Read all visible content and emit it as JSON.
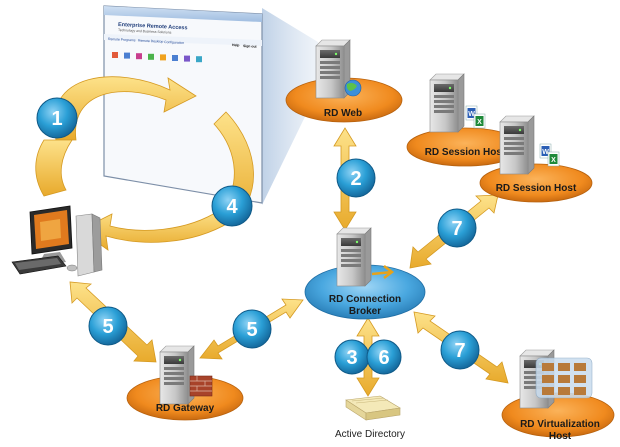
{
  "nodes": {
    "rd_web": "RD Web",
    "rd_session_host_1": "RD Session Host",
    "rd_session_host_2": "RD Session Host",
    "rd_connection_broker_line1": "RD Connection",
    "rd_connection_broker_line2": "Broker",
    "rd_gateway": "RD Gateway",
    "rd_virtualization_line1": "RD Virtualization",
    "rd_virtualization_line2": "Host",
    "active_directory": "Active Directory"
  },
  "steps": [
    "1",
    "4",
    "2",
    "7",
    "5",
    "5",
    "3",
    "6",
    "7"
  ],
  "screenshot": {
    "title": "Enterprise Remote Access",
    "subtitle": "Technology and Business Solutions",
    "tabs": [
      "Remote Programs",
      "Remote Desktop",
      "Configuration"
    ],
    "links": [
      "Help",
      "Sign out"
    ]
  },
  "colors": {
    "step_badge": "#2a9fd6",
    "node_orange": "#f28a1e",
    "broker_blue": "#4aa8e0",
    "arrow_gold": "#f0c04a"
  }
}
